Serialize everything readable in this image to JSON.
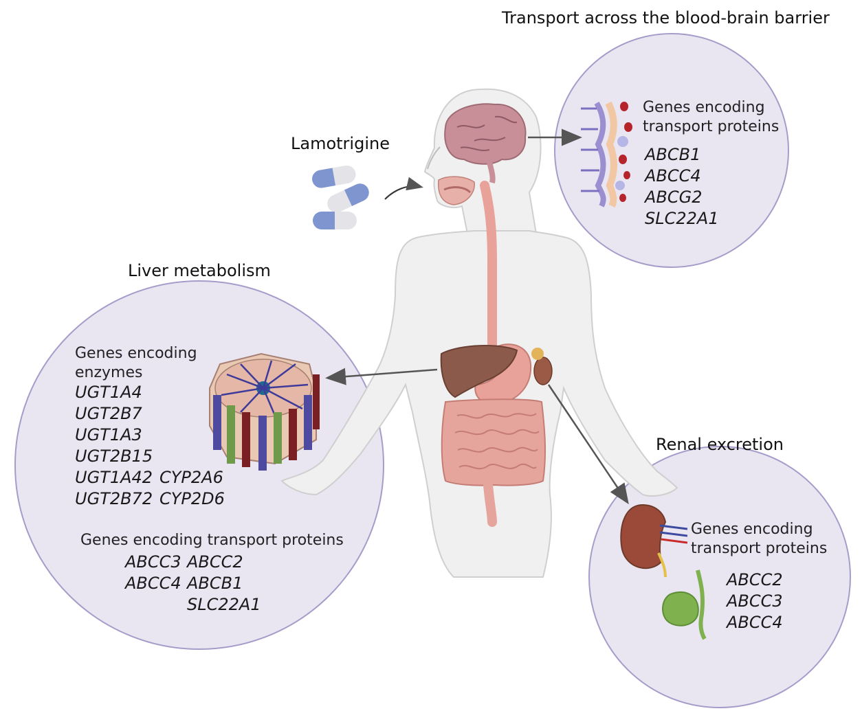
{
  "headings": {
    "bbb": "Transport across the blood-brain barrier",
    "drug": "Lamotrigine",
    "liver": "Liver metabolism",
    "renal": "Renal excretion"
  },
  "brain_panel": {
    "label": "Genes encoding transport proteins",
    "label_lines": [
      "Genes encoding",
      "transport proteins"
    ],
    "genes": [
      "ABCB1",
      "ABCC4",
      "ABCG2",
      "SLC22A1"
    ]
  },
  "liver_panel": {
    "enzyme_label_lines": [
      "Genes encoding",
      "enzymes"
    ],
    "ugt_genes": [
      "UGT1A4",
      "UGT2B7",
      "UGT1A3",
      "UGT2B15",
      "UGT1A42",
      "UGT2B72"
    ],
    "cyp_genes": [
      "CYP2A6",
      "CYP2D6"
    ],
    "transport_label": "Genes encoding transport proteins",
    "transport_col1": [
      "ABCC3",
      "ABCC4"
    ],
    "transport_col2": [
      "ABCC2",
      "ABCB1",
      "SLC22A1"
    ]
  },
  "renal_panel": {
    "label_lines": [
      "Genes encoding",
      "transport proteins"
    ],
    "genes": [
      "ABCC2",
      "ABCC3",
      "ABCC4"
    ]
  },
  "colors": {
    "circle_fill": "#e9e6f2",
    "circle_stroke": "#a59cc9",
    "body_fill": "#f0f0f0",
    "body_stroke": "#cfcfcf",
    "capsule_blue": "#7f95cf",
    "capsule_grey": "#e3e3e8",
    "liver": "#8c5a4a",
    "stomach": "#e8a29a",
    "intestine": "#e5a59d",
    "brain": "#c98f98",
    "kidney": "#9b4a3a",
    "gallbladder": "#7fb14e",
    "arrow": "#555555"
  }
}
